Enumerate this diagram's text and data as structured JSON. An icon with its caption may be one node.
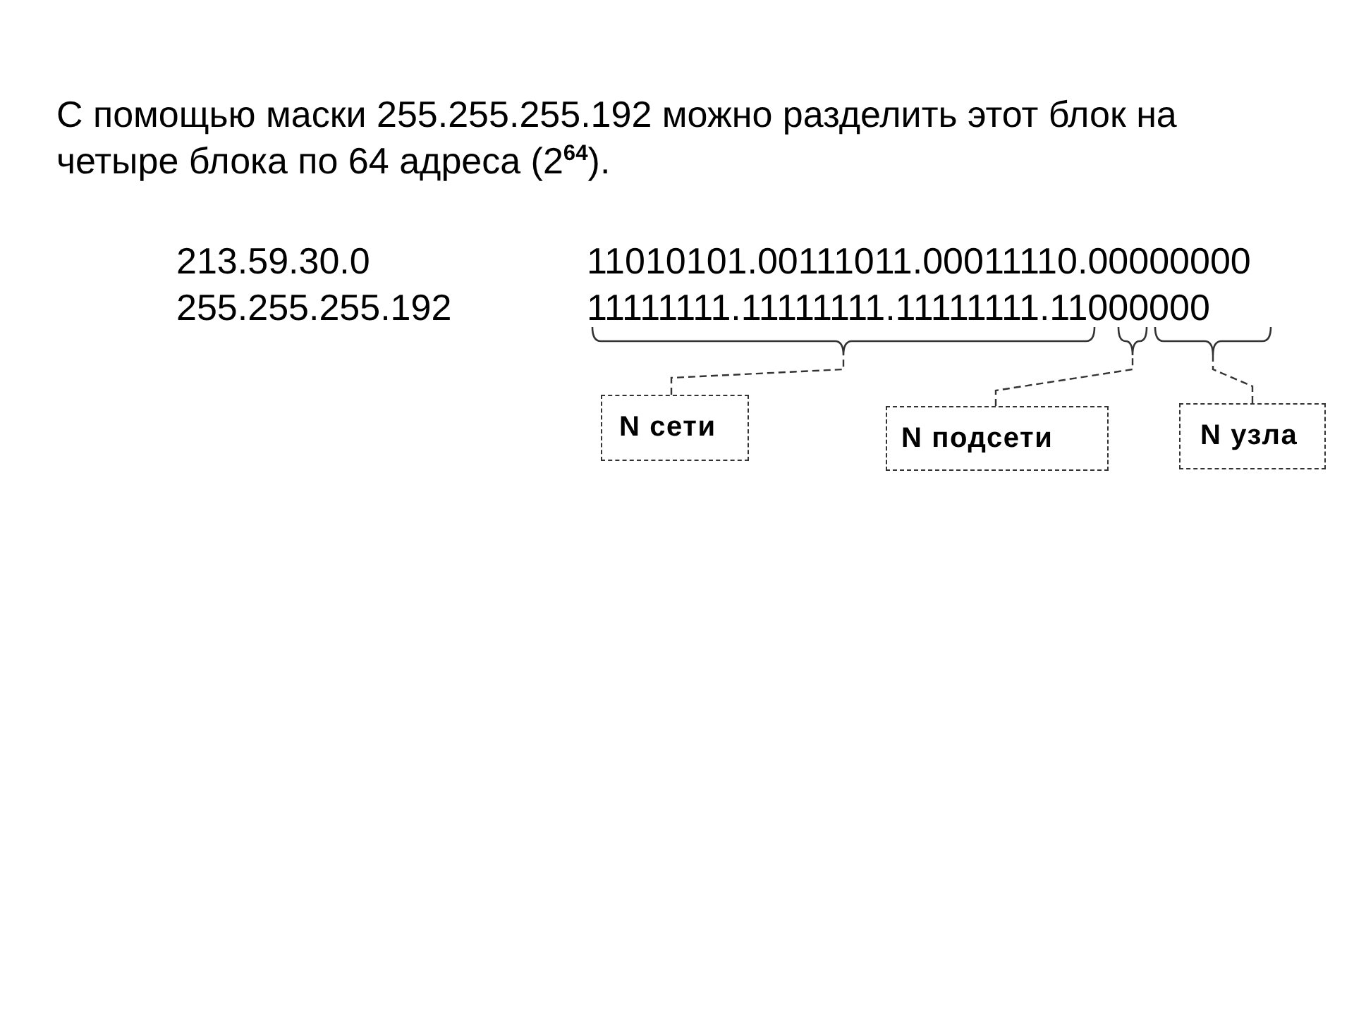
{
  "diagram": {
    "title": "С помощью маски 255.255.255.192 можно разделить этот блок на четыре блока по 64 адреса (2$^{64}$).",
    "nodes": [
      {
        "text": [],
        "shape": "brace"
      },
      {
        "text": [],
        "shape": "brace"
      },
      {
        "text": [],
        "shape": "brace"
      },
      {
        "text": [
          "N сети"
        ]
      },
      {
        "text": [
          "N подсети"
        ]
      },
      {
        "text": [
          "N узла"
        ]
      }
    ],
    "edges": [
      {
        "from": 3,
        "to": 0,
        "arrow": "none",
        "style": "dashed"
      },
      {
        "from": 4,
        "to": 1,
        "arrow": "none",
        "style": "dashed"
      },
      {
        "from": 5,
        "to": 2,
        "arrow": "none",
        "style": "dashed"
      }
    ],
    "labels": [
      "213.59.30.0",
      "11010101.00111011.00011110.00000000",
      "255.255.255.192",
      "11111111.11111111.11111111.11000000"
    ]
  }
}
